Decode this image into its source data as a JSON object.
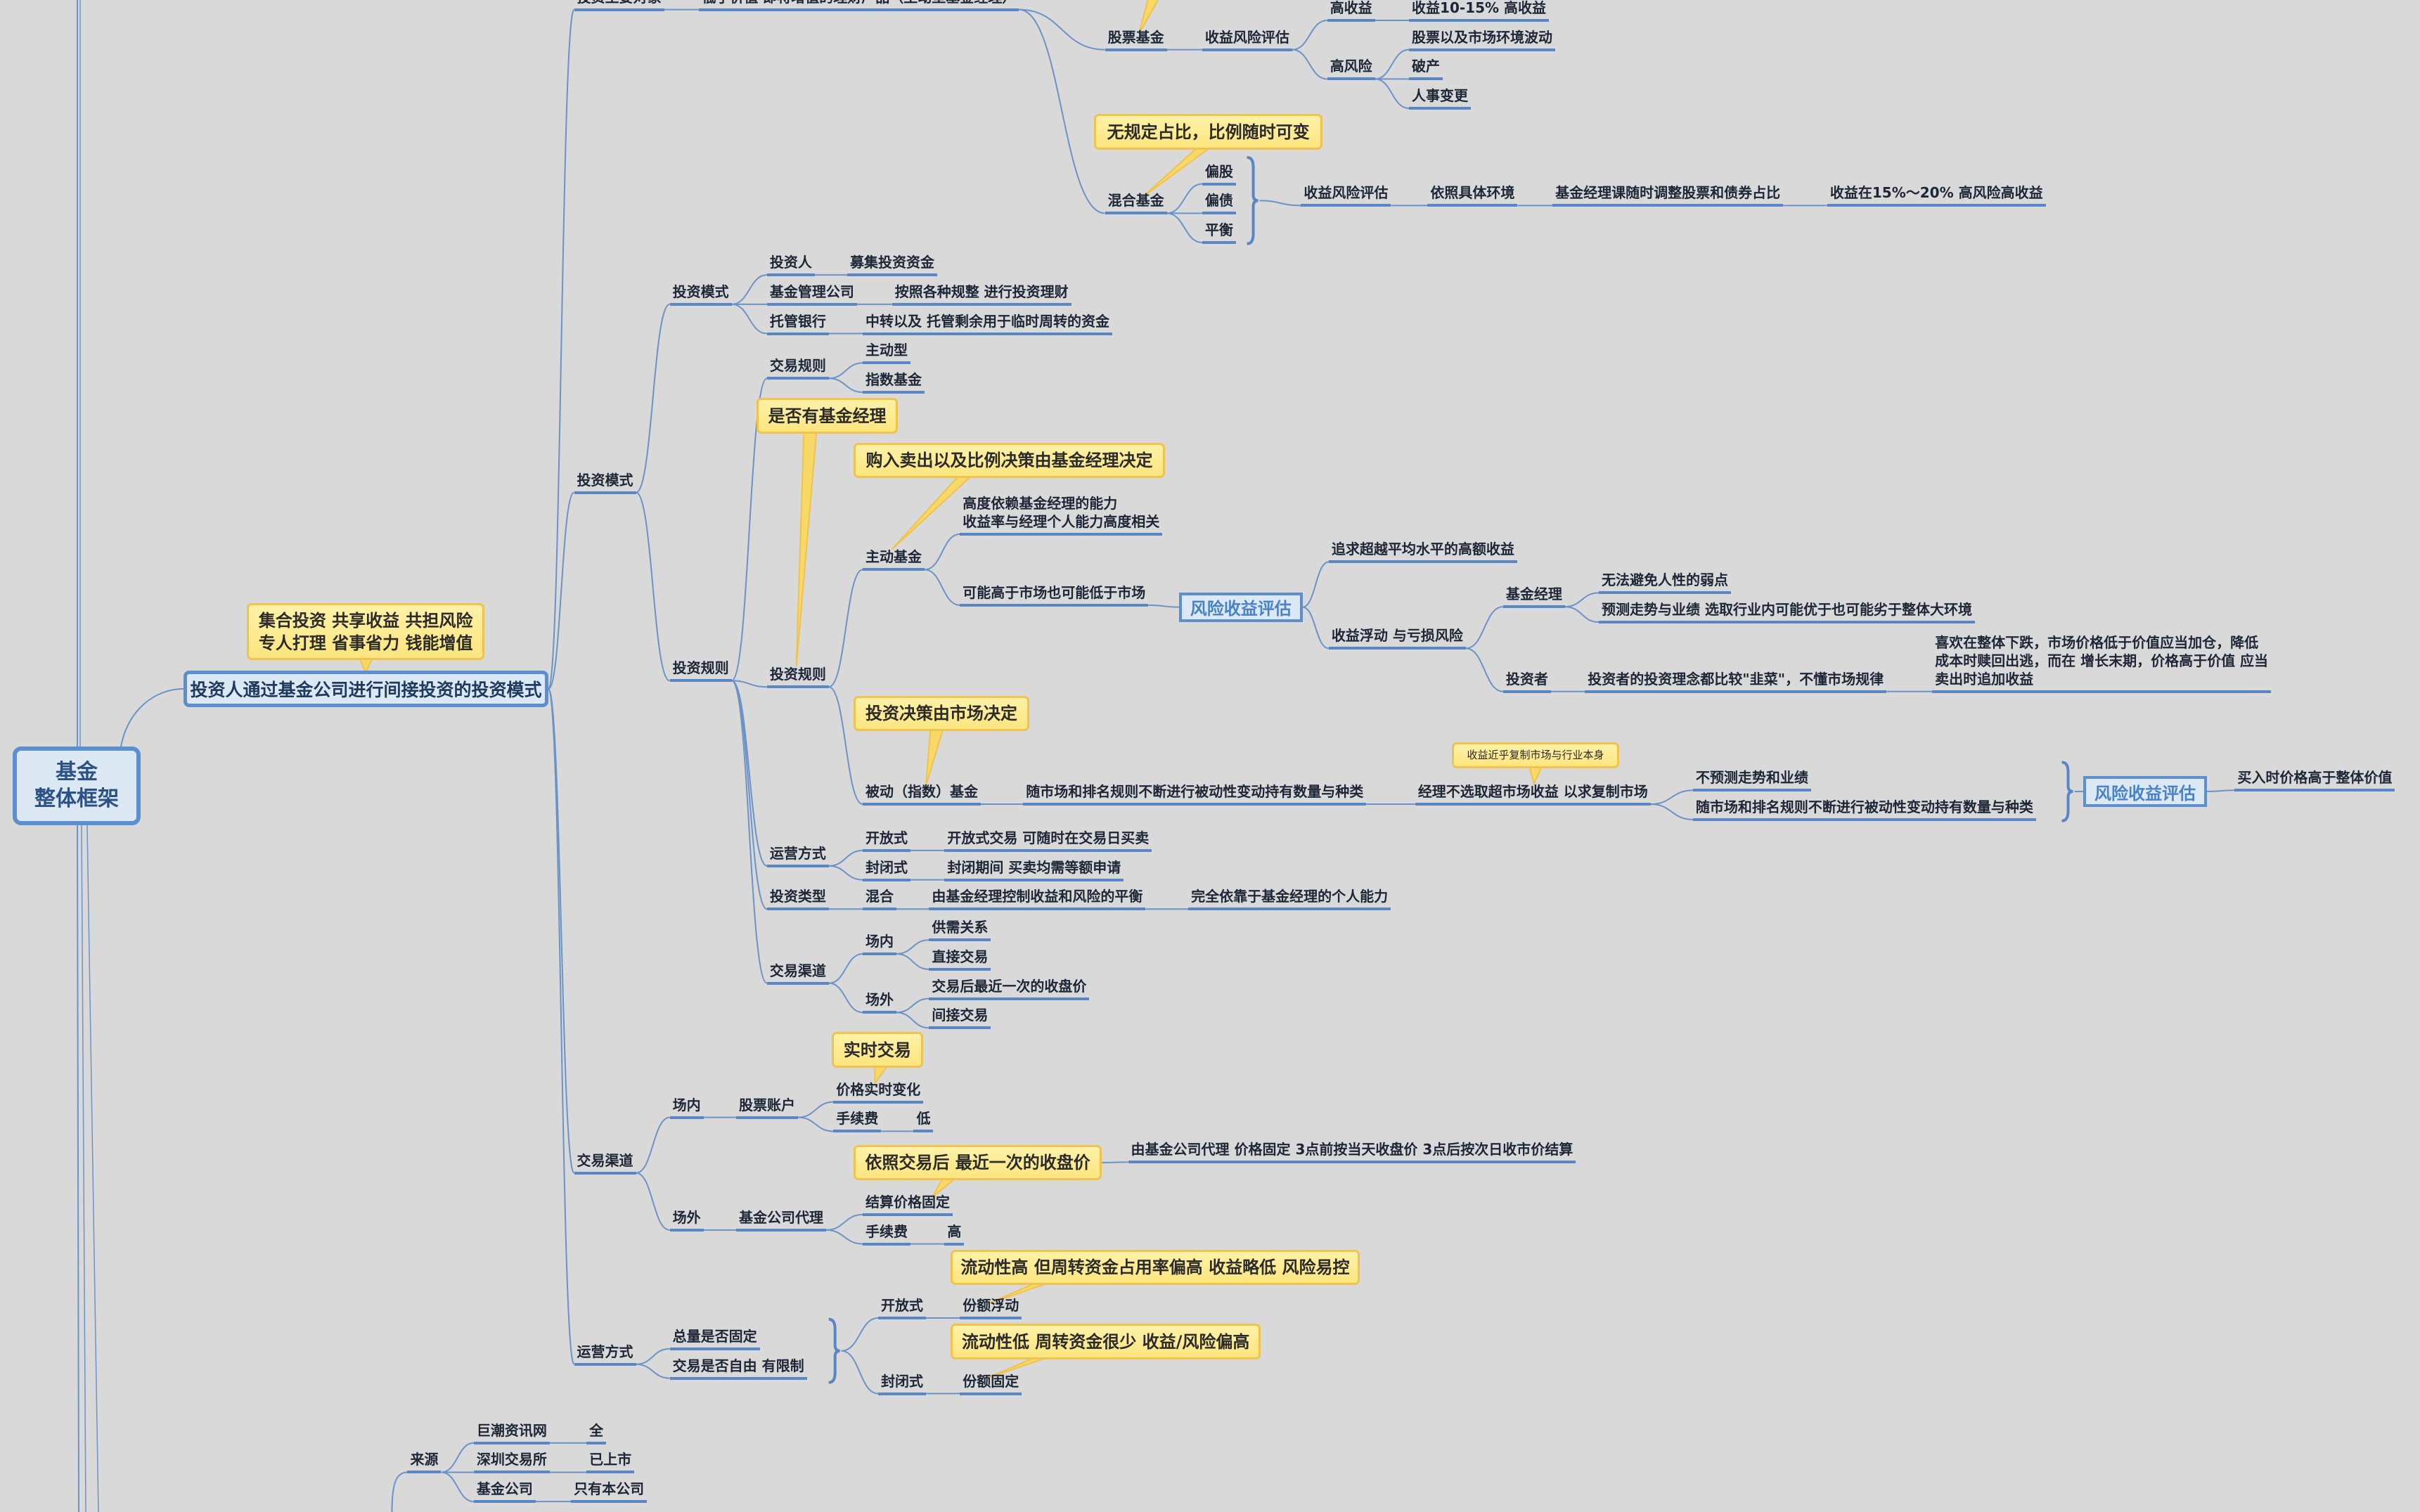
{
  "root": {
    "title_line1": "基金",
    "title_line2": "整体框架"
  },
  "definition": {
    "text": "投资人通过基金公司进行间接投资的投资模式",
    "note_line1": "集合投资 共享收益 共担风险",
    "note_line2": "专人打理 省事省力 钱能增值"
  },
  "main_object": {
    "label": "投资主要对象",
    "value": "低于价值 即将增值的理财产品（主动型基金经理）",
    "stock_fund": {
      "label": "股票基金",
      "evaluation": "收益风险评估",
      "high_return": "高收益",
      "high_return_detail": "收益10-15% 高收益",
      "high_risk": "高风险",
      "risks": [
        "股票以及市场环境波动",
        "破产",
        "人事变更"
      ]
    },
    "mixed_fund": {
      "note": "无规定占比，比例随时可变",
      "label": "混合基金",
      "types": [
        "偏股",
        "偏债",
        "平衡"
      ],
      "chain": [
        "收益风险评估",
        "依照具体环境",
        "基金经理课随时调整股票和债券占比",
        "收益在15%～20% 高风险高收益"
      ]
    }
  },
  "investment_mode": {
    "label": "投资模式",
    "structure": {
      "label": "投资模式",
      "parties": [
        {
          "name": "投资人",
          "role": "募集投资资金"
        },
        {
          "name": "基金管理公司",
          "role": "按照各种规整 进行投资理财"
        },
        {
          "name": "托管银行",
          "role": "中转以及 托管剩余用于临时周转的资金"
        }
      ]
    },
    "rules": {
      "label": "投资规则",
      "trading_rules": {
        "label": "交易规则",
        "items": [
          "主动型",
          "指数基金"
        ]
      },
      "investment_rules": {
        "label": "投资规则",
        "note": "是否有基金经理",
        "active": {
          "label": "主动基金",
          "note": "购入卖出以及比例决策由基金经理决定",
          "traits_line1": "高度依赖基金经理的能力",
          "traits_line2": "收益率与经理个人能力高度相关",
          "performance": "可能高于市场也可能低于市场",
          "evaluation": "风险收益评估",
          "goal": "追求超越平均水平的高额收益",
          "risk": "收益浮动 与亏损风险",
          "manager": {
            "label": "基金经理",
            "items": [
              "无法避免人性的弱点",
              "预测走势与业绩 选取行业内可能优于也可能劣于整体大环境"
            ]
          },
          "investor": {
            "label": "投资者",
            "detail": "投资者的投资理念都比较\"韭菜\"，不懂市场规律",
            "behavior_line1": "喜欢在整体下跌，市场价格低于价值应当加仓，降低",
            "behavior_line2": "成本时赎回出逃，而在 增长末期，价格高于价值 应当",
            "behavior_line3": "卖出时追加收益"
          }
        },
        "passive": {
          "label": "被动（指数）基金",
          "note": "投资决策由市场决定",
          "rule": "随市场和排名规则不断进行被动性变动持有数量与种类",
          "manager_note": "收益近乎复制市场与行业本身",
          "manager": "经理不选取超市场收益 以求复制市场",
          "items": [
            "不预测走势和业绩",
            "随市场和排名规则不断进行被动性变动持有数量与种类"
          ],
          "evaluation": "风险收益评估",
          "risk": "买入时价格高于整体价值"
        }
      },
      "operation": {
        "label": "运营方式",
        "items": [
          {
            "name": "开放式",
            "detail": "开放式交易 可随时在交易日买卖"
          },
          {
            "name": "封闭式",
            "detail": "封闭期间 买卖均需等额申请"
          }
        ]
      },
      "type": {
        "label": "投资类型",
        "name": "混合",
        "detail": "由基金经理控制收益和风险的平衡",
        "extra": "完全依靠于基金经理的个人能力"
      },
      "channels": {
        "label": "交易渠道",
        "onsite": {
          "label": "场内",
          "items": [
            "供需关系",
            "直接交易"
          ]
        },
        "offsite": {
          "label": "场外",
          "items": [
            "交易后最近一次的收盘价",
            "间接交易"
          ]
        }
      }
    }
  },
  "trading_channels": {
    "label": "交易渠道",
    "onsite": {
      "label": "场内",
      "account": "股票账户",
      "note": "实时交易",
      "price": "价格实时变化",
      "fee_label": "手续费",
      "fee": "低"
    },
    "offsite": {
      "label": "场外",
      "agent": "基金公司代理",
      "note": "依照交易后 最近一次的收盘价",
      "detail": "由基金公司代理 价格固定 3点前按当天收盘价 3点后按次日收市价结算",
      "price": "结算价格固定",
      "fee_label": "手续费",
      "fee": "高"
    }
  },
  "operation_mode": {
    "label": "运营方式",
    "criteria": [
      "总量是否固定",
      "交易是否自由 有限制"
    ],
    "open": {
      "label": "开放式",
      "share": "份额浮动",
      "note": "流动性高 但周转资金占用率偏高 收益略低 风险易控"
    },
    "closed": {
      "label": "封闭式",
      "share": "份额固定",
      "note": "流动性低 周转资金很少 收益/风险偏高"
    }
  },
  "sources": {
    "label": "来源",
    "items": [
      {
        "name": "巨潮资讯网",
        "scope": "全"
      },
      {
        "name": "深圳交易所",
        "scope": "已上市"
      },
      {
        "name": "基金公司",
        "scope": "只有本公司"
      }
    ]
  },
  "colors": {
    "background": "#d9d9d9",
    "branch": "#5b86c4",
    "callout_fill": "#fce57f",
    "callout_border": "#f0c24e",
    "box_fill": "#dde8f5"
  }
}
